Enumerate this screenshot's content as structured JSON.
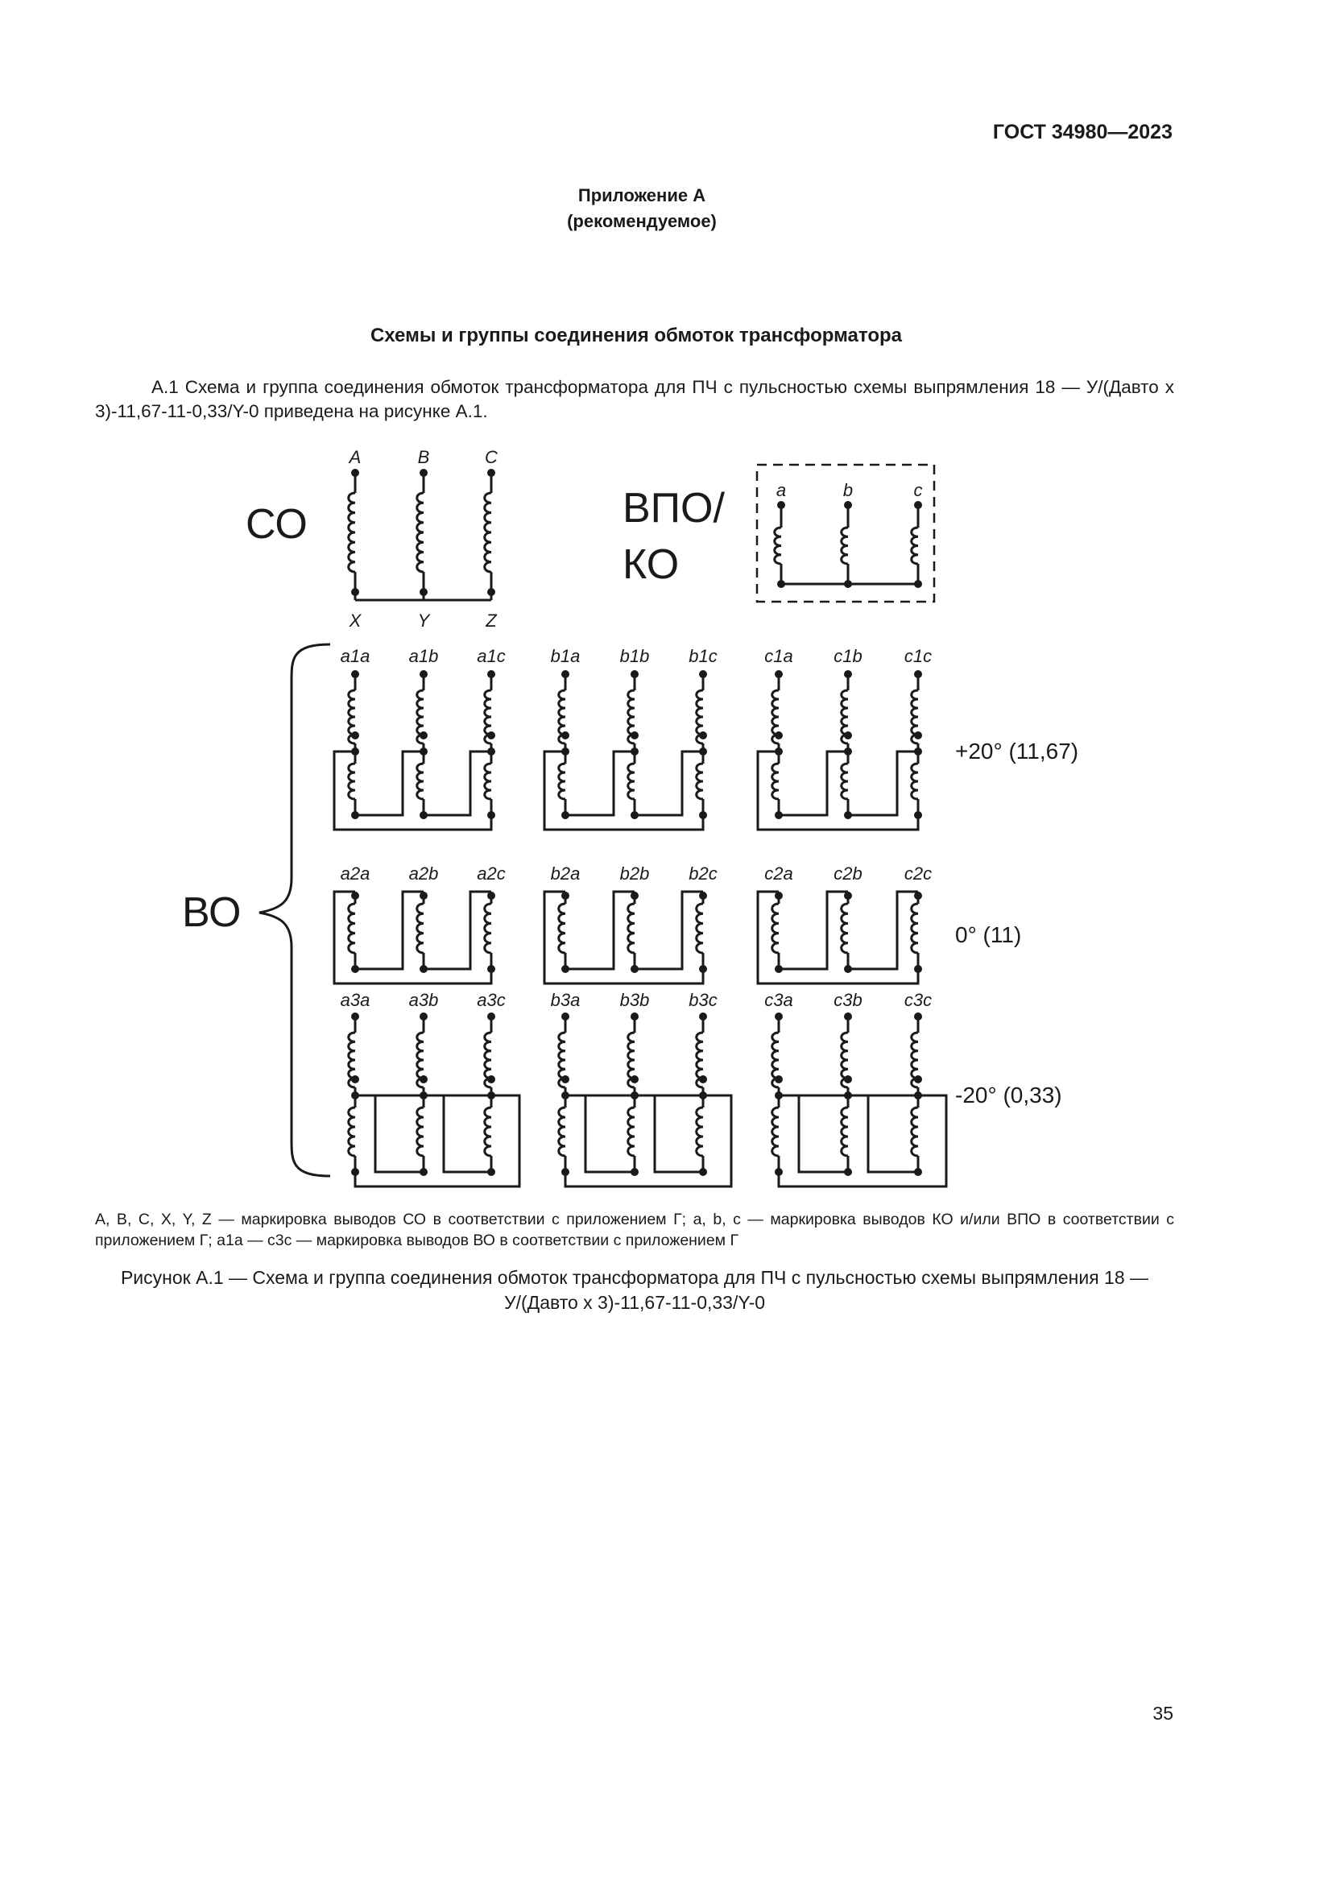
{
  "header": {
    "standard": "ГОСТ 34980—2023"
  },
  "annex": {
    "title": "Приложение А",
    "status": "(рекомендуемое)"
  },
  "section_title": "Схемы и группы соединения обмоток трансформатора",
  "paragraph": "А.1 Схема и группа соединения обмоток трансформатора для ПЧ с пульсностью схемы выпрямления 18 — У/(Давто х 3)-11,67-11-0,33/Y-0 приведена на рисунке А.1.",
  "diagram": {
    "co_label": "СО",
    "vpo_label_1": "ВПО/",
    "vpo_label_2": "КО",
    "vo_label": "ВО",
    "co_top": [
      "A",
      "B",
      "C"
    ],
    "co_bottom": [
      "X",
      "Y",
      "Z"
    ],
    "ko_labels": [
      "a",
      "b",
      "c"
    ],
    "rows": [
      {
        "phase": "+20° (11,67)",
        "labels": [
          "a1a",
          "a1b",
          "a1c",
          "b1a",
          "b1b",
          "b1c",
          "c1a",
          "c1b",
          "c1c"
        ]
      },
      {
        "phase": "0° (11)",
        "labels": [
          "a2a",
          "a2b",
          "a2c",
          "b2a",
          "b2b",
          "b2c",
          "c2a",
          "c2b",
          "c2c"
        ]
      },
      {
        "phase": "-20° (0,33)",
        "labels": [
          "a3a",
          "a3b",
          "a3c",
          "b3a",
          "b3b",
          "b3c",
          "c3a",
          "c3b",
          "c3c"
        ]
      }
    ]
  },
  "notes": "A, B, C, X, Y, Z — маркировка выводов СО в соответствии с приложением Г; a, b, c — маркировка выводов КО и/или ВПО в соответствии с приложением Г; a1a — c3c — маркировка выводов ВО в соответствии с приложением Г",
  "caption": "Рисунок А.1 — Схема и группа соединения обмоток трансформатора для ПЧ с пульсностью схемы выпрямления 18 — У/(Давто х 3)-11,67-11-0,33/Y-0",
  "page_number": "35"
}
